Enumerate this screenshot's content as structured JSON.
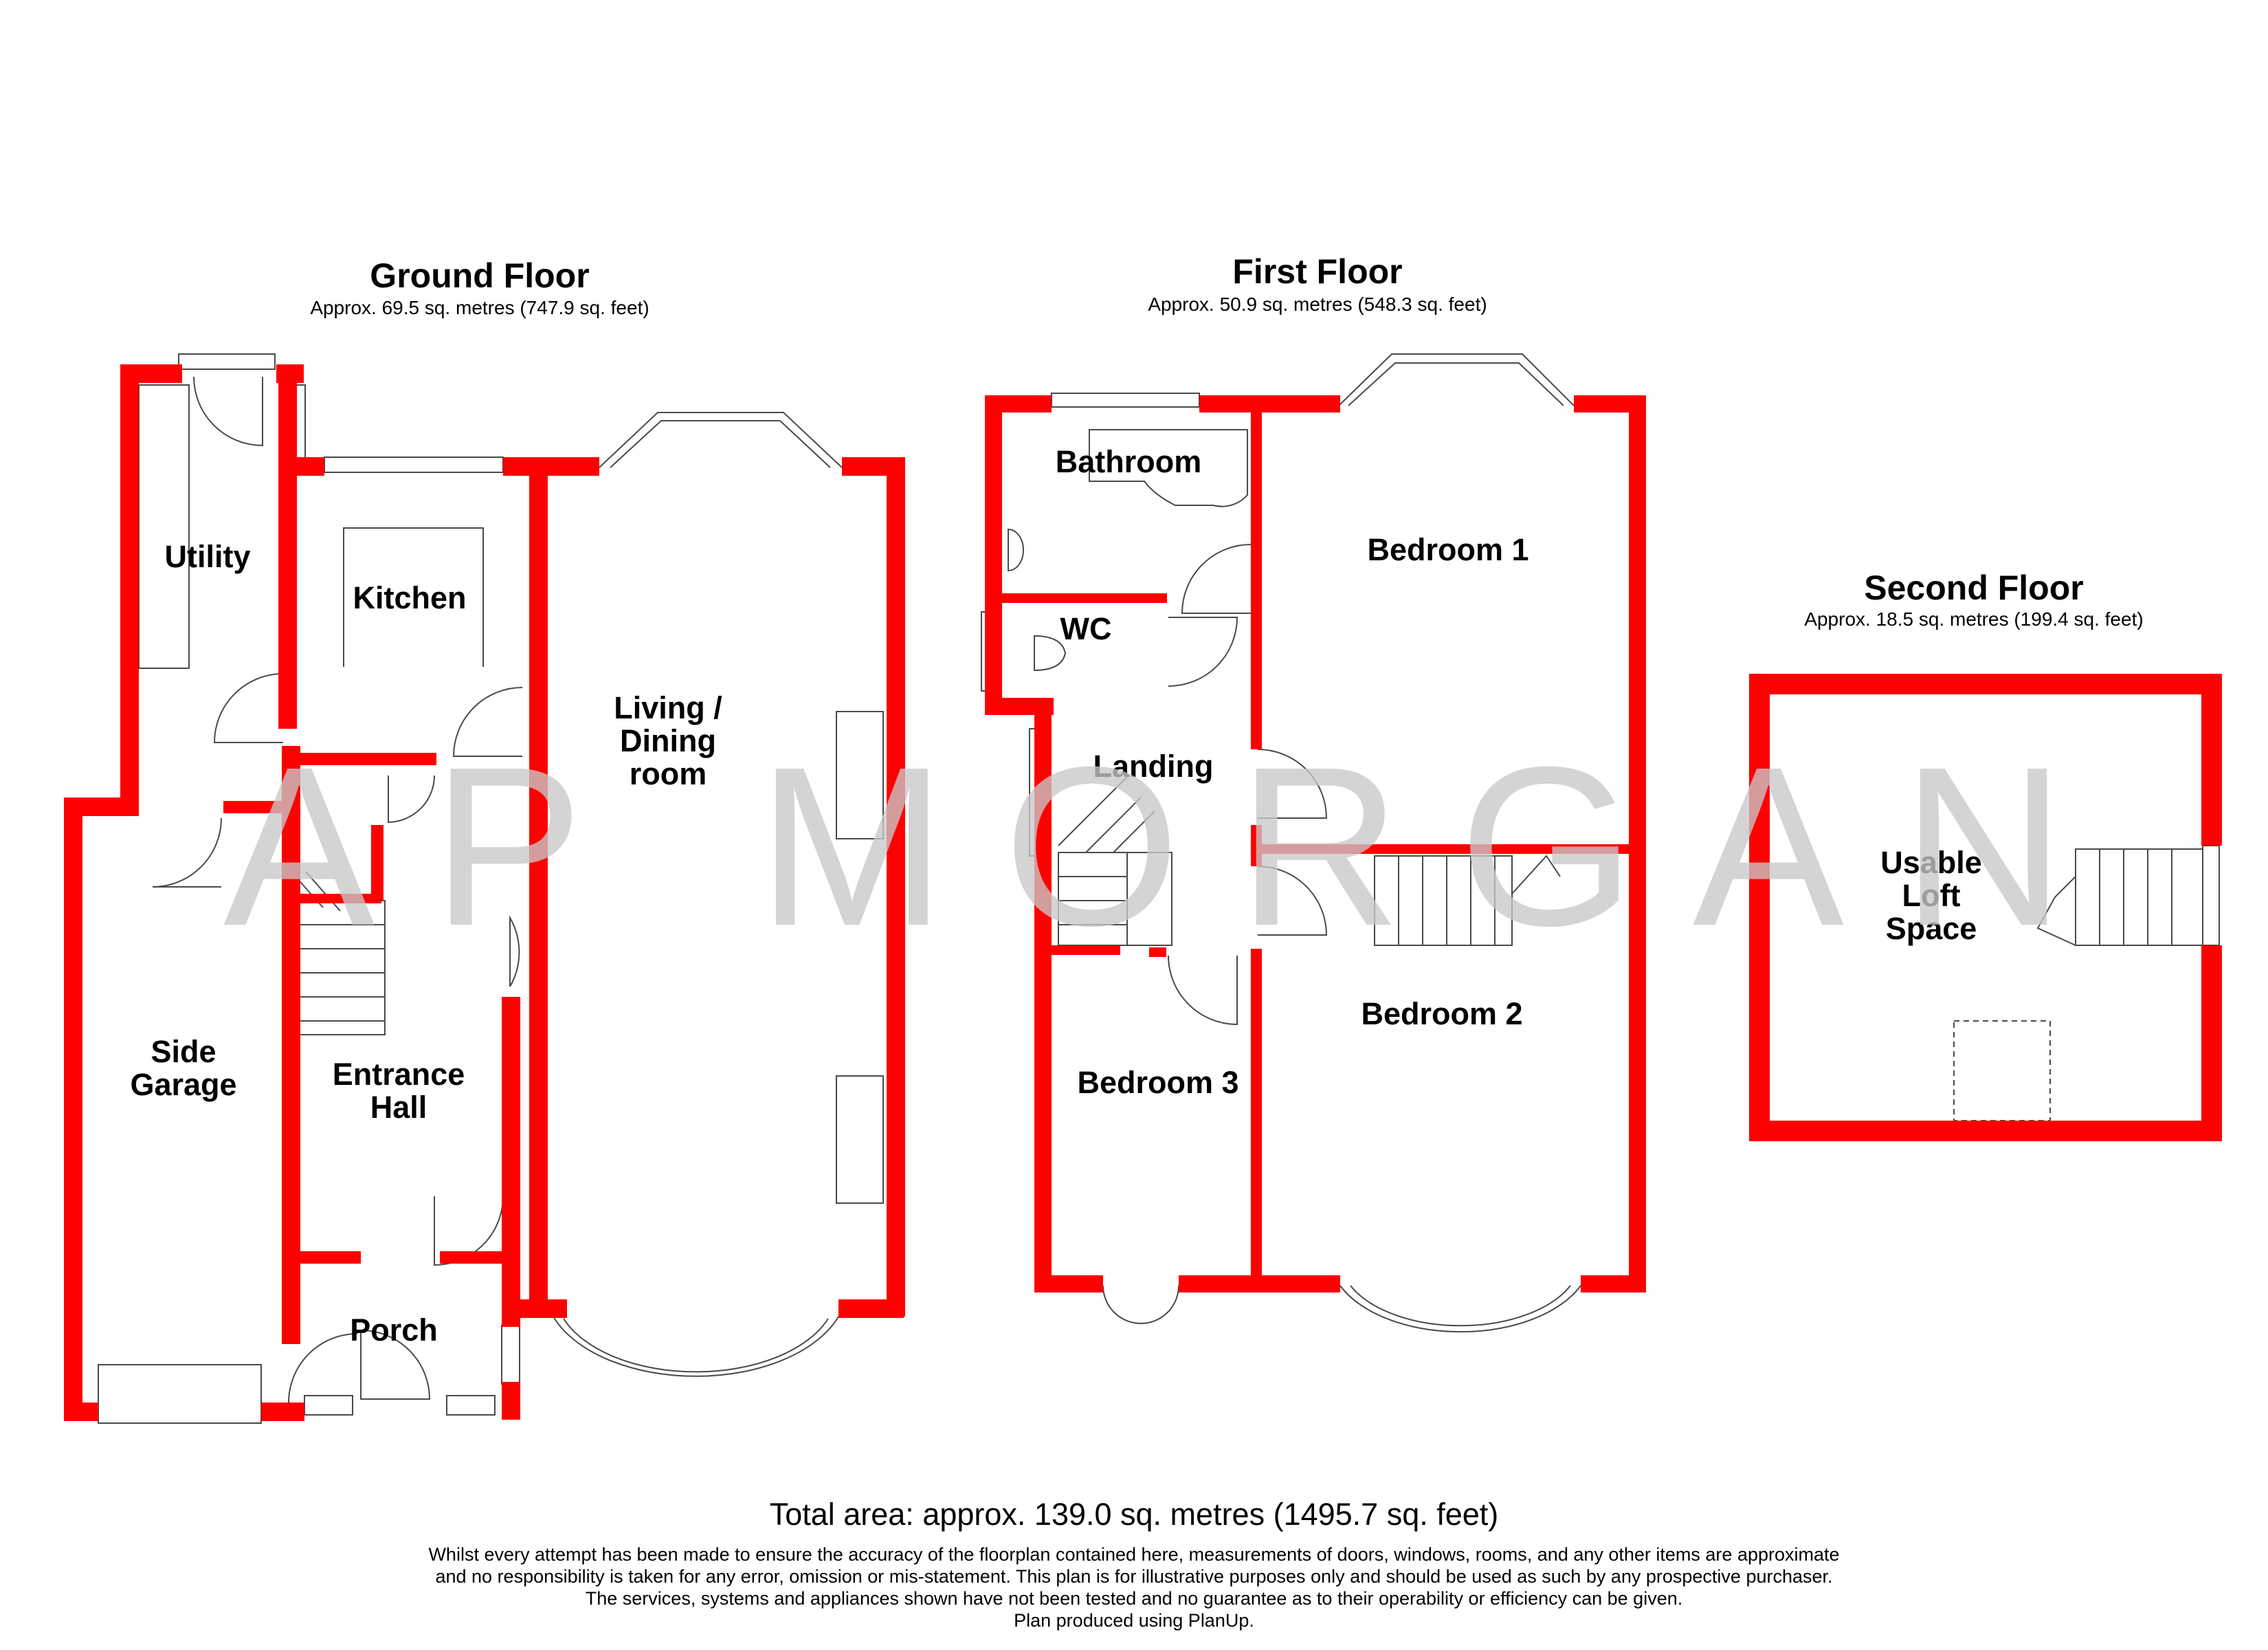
{
  "floors": [
    {
      "title": "Ground Floor",
      "area": "Approx. 69.5 sq. metres (747.9 sq. feet)"
    },
    {
      "title": "First Floor",
      "area": "Approx. 50.9 sq. metres (548.3 sq. feet)"
    },
    {
      "title": "Second Floor",
      "area": "Approx. 18.5 sq. metres (199.4 sq. feet)"
    }
  ],
  "rooms": {
    "utility": "Utility",
    "kitchen": "Kitchen",
    "living_dining": [
      "Living /",
      "Dining",
      "room"
    ],
    "side_garage": [
      "Side",
      "Garage"
    ],
    "entrance_hall": [
      "Entrance",
      "Hall"
    ],
    "porch": "Porch",
    "bathroom": "Bathroom",
    "wc": "WC",
    "landing": "Landing",
    "bedroom_1": "Bedroom 1",
    "bedroom_2": "Bedroom 2",
    "bedroom_3": "Bedroom 3",
    "loft": [
      "Usable",
      "Loft",
      "Space"
    ]
  },
  "watermark": "AP MORGAN",
  "footer": {
    "total": "Total area: approx. 139.0 sq. metres (1495.7 sq. feet)",
    "disclaimer": [
      "Whilst every attempt has been made to ensure the accuracy of the floorplan contained here, measurements of doors, windows, rooms, and any other items are approximate",
      "and no responsibility is taken for any error, omission or mis-statement. This plan is for illustrative purposes only and should be used as such by any prospective purchaser.",
      "The services, systems and appliances shown have not been tested and no guarantee as to their operability or efficiency can be given.",
      "Plan produced using PlanUp."
    ]
  },
  "colors": {
    "wall": "#ff0000",
    "watermark": "#c8c8c8",
    "line": "#4a4a4a"
  }
}
